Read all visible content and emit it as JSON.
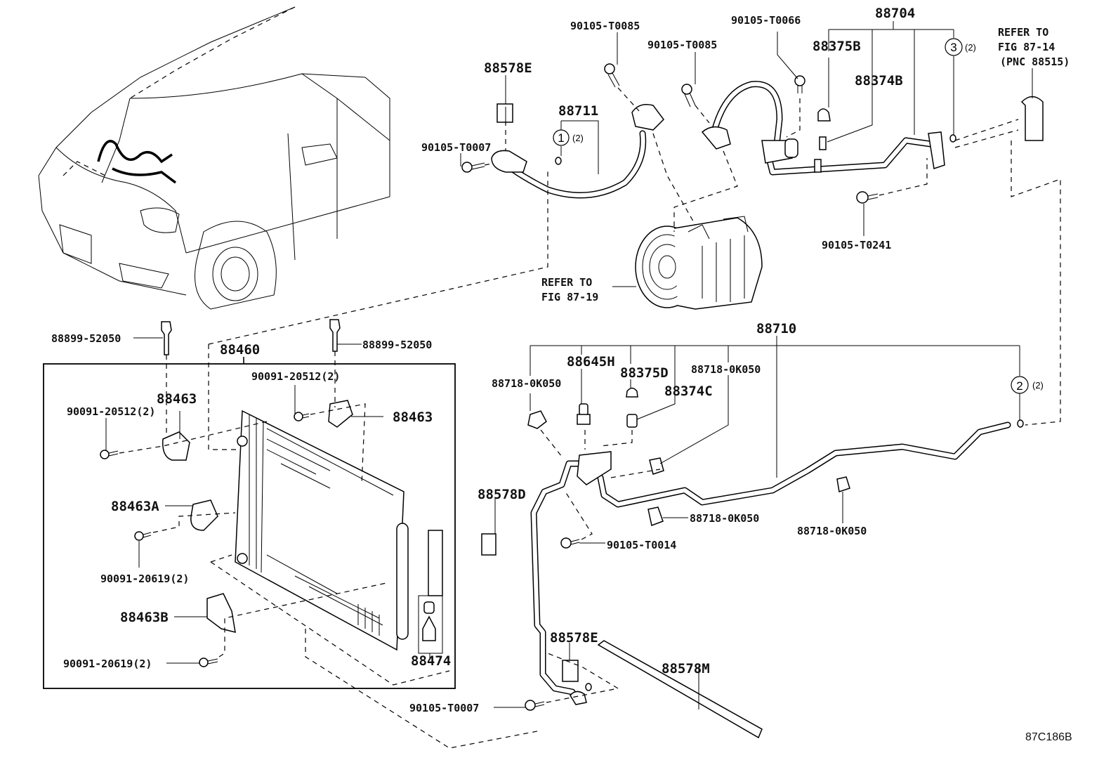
{
  "diagram": {
    "figure_code": "87C186B",
    "labels": {
      "p88578E_top": "88578E",
      "p88711": "88711",
      "p90105T0007_top": "90105-T0007",
      "p90105T0085_a": "90105-T0085",
      "p90105T0085_b": "90105-T0085",
      "p90105T0066": "90105-T0066",
      "p88704": "88704",
      "p88375B": "88375B",
      "p88374B": "88374B",
      "refer_to_a": "REFER TO",
      "fig_87_14": "FIG 87-14",
      "pnc_88515": "(PNC 88515)",
      "p90105T0241": "90105-T0241",
      "refer_to_b": "REFER TO",
      "fig_87_19": "FIG 87-19",
      "p88899_left": "88899-52050",
      "p88899_right": "88899-52050",
      "p88460": "88460",
      "p90091_20512_right": "90091-20512(2)",
      "p88463_left": "88463",
      "p90091_20512_left": "90091-20512(2)",
      "p88463_right": "88463",
      "p88463A": "88463A",
      "p90091_20619_a": "90091-20619(2)",
      "p88463B": "88463B",
      "p90091_20619_b": "90091-20619(2)",
      "p88474": "88474",
      "p88710": "88710",
      "p88645H": "88645H",
      "p88375D": "88375D",
      "p88718_a": "88718-0K050",
      "p88374C": "88374C",
      "p88718_b": "88718-0K050",
      "p88578D": "88578D",
      "p88718_c": "88718-0K050",
      "p88718_d": "88718-0K050",
      "p90105T0014": "90105-T0014",
      "p88578E_bottom": "88578E",
      "p88578M": "88578M",
      "p90105T0007_bottom": "90105-T0007"
    },
    "callouts": [
      {
        "number": "1",
        "qty": "(2)"
      },
      {
        "number": "2",
        "qty": "(2)"
      },
      {
        "number": "3",
        "qty": "(2)"
      }
    ]
  }
}
